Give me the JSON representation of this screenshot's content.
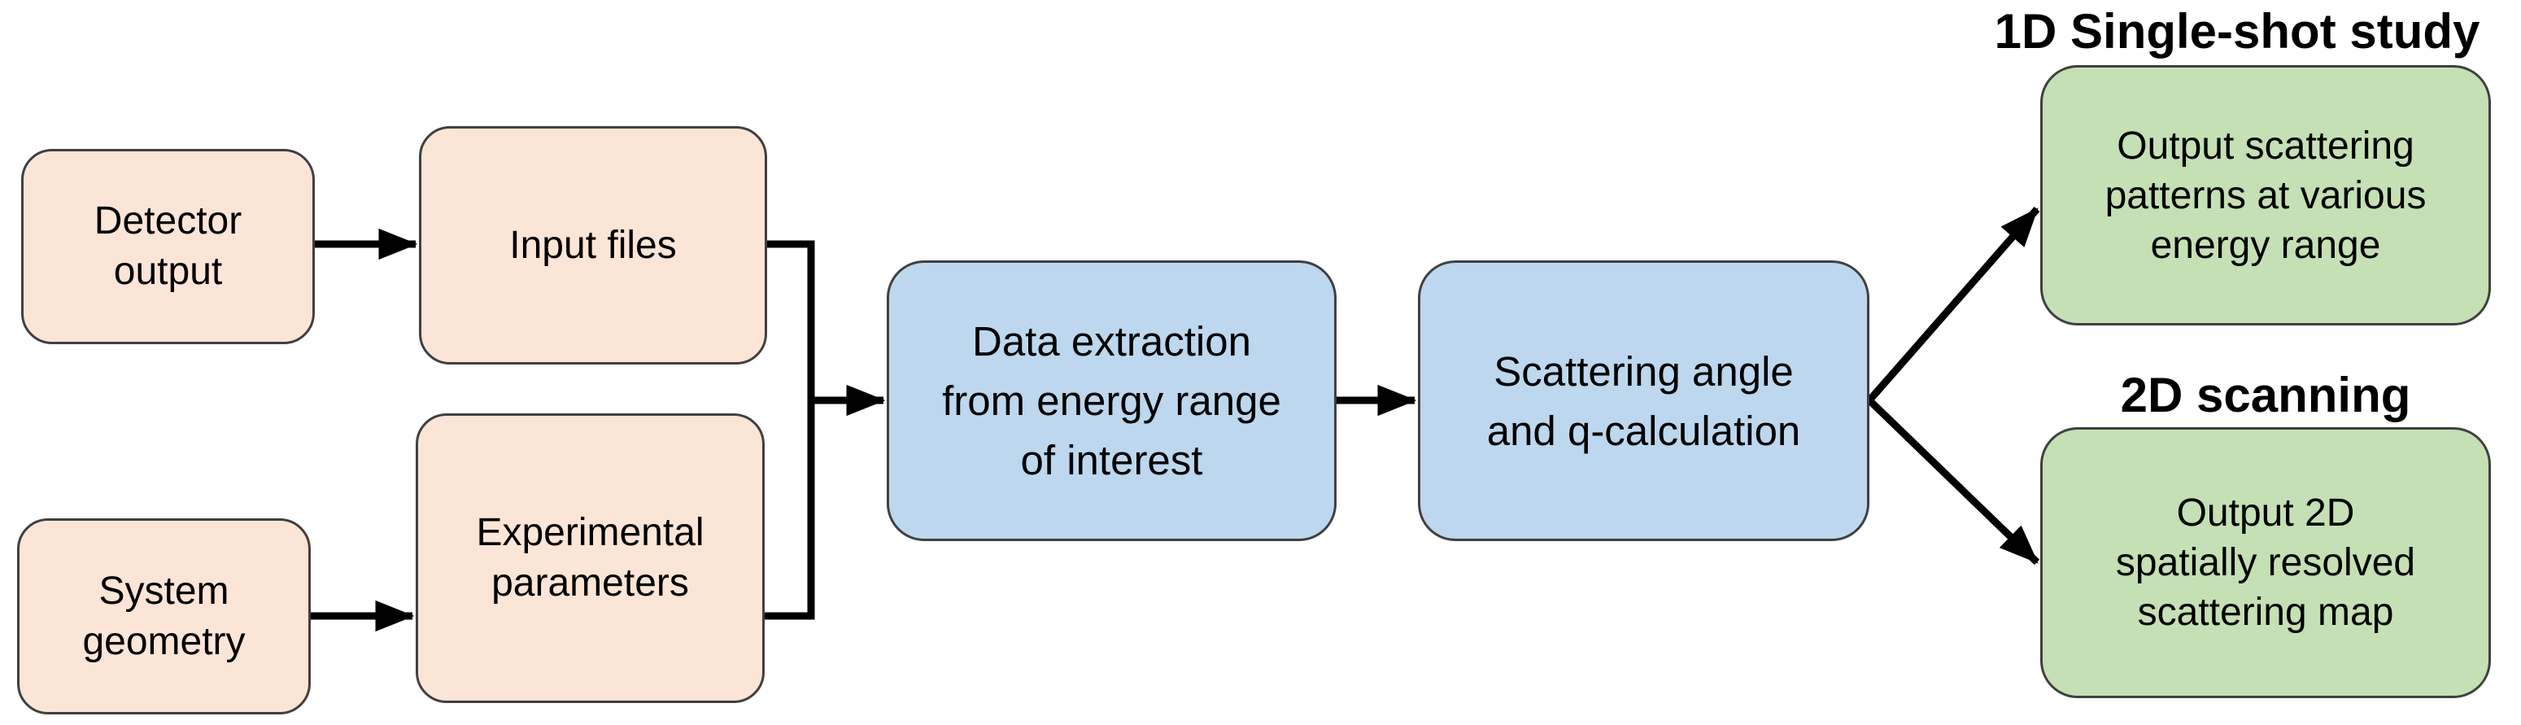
{
  "diagram": {
    "type": "flowchart",
    "background": "#ffffff",
    "colors": {
      "input_box_fill": "#FBE5D6",
      "process_box_fill": "#BDD7EE",
      "output_box_fill": "#C5E0B4",
      "box_border": "#404040",
      "arrow": "#000000",
      "text": "#000000"
    },
    "headers": {
      "single_shot": "1D Single-shot study",
      "scanning": "2D scanning"
    },
    "nodes": {
      "detector_output": {
        "label": "Detector\noutput"
      },
      "input_files": {
        "label": "Input files"
      },
      "system_geometry": {
        "label": "System\ngeometry"
      },
      "experimental_parameters": {
        "label": "Experimental\nparameters"
      },
      "data_extraction": {
        "label": "Data extraction\nfrom energy range\nof interest"
      },
      "scattering_angle": {
        "label": "Scattering angle\nand q-calculation"
      },
      "output_1d": {
        "label": "Output scattering\npatterns at various\nenergy range"
      },
      "output_2d": {
        "label": "Output 2D\nspatially resolved\nscattering map"
      }
    },
    "edges": [
      "detector_output -> input_files",
      "system_geometry -> experimental_parameters",
      "input_files + experimental_parameters -> data_extraction",
      "data_extraction -> scattering_angle",
      "scattering_angle -> output_1d",
      "scattering_angle -> output_2d"
    ]
  }
}
